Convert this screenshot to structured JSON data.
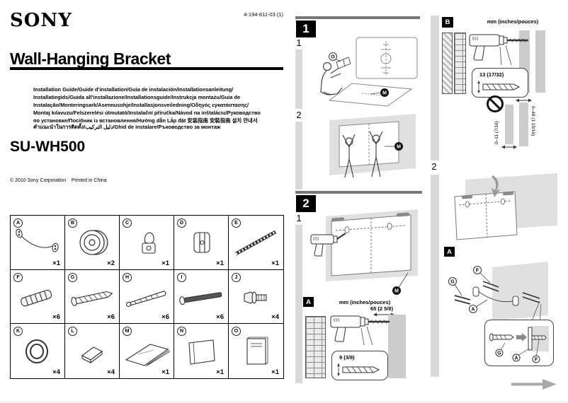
{
  "header": {
    "brand": "SONY",
    "doc_number": "4-194-611-03 (1)",
    "title": "Wall-Hanging Bracket",
    "subtitle_lines": [
      "Installation Guide/Guide d'installation/Guía de instalación/Installationsanleitung/",
      "Installatiegids/Guida all'installazione/Installationsguide/Instrukcja montażu/Guia de",
      "Instalação/Monteringsark/Asennusohje/Installasjonsveiledning/Οδηγός εγκατάστασης/",
      "Montaj kılavuzu/Felszerelési útmutató/Instalační příručka/Návod na inštaláciu/Руководство",
      "по установке/Посібник із встановлення/Hướng dẫn Lắp đặt 安装指南 安裝指南 설치 안내서",
      "คำแนะนำในการติดตั้ง/دليل التركيب/Ghid de instalare/Ръководство за монтаж"
    ],
    "model": "SU-WH500",
    "copyright": "© 2010 Sony Corporation    Printed in China"
  },
  "parts": [
    {
      "letter": "A",
      "qty": "×1"
    },
    {
      "letter": "B",
      "qty": "×2"
    },
    {
      "letter": "C",
      "qty": "×1"
    },
    {
      "letter": "D",
      "qty": "×1"
    },
    {
      "letter": "E",
      "qty": "×1"
    },
    {
      "letter": "F",
      "qty": "×6"
    },
    {
      "letter": "G",
      "qty": "×6"
    },
    {
      "letter": "H",
      "qty": "×6"
    },
    {
      "letter": "I",
      "qty": "×6"
    },
    {
      "letter": "J",
      "qty": "×4"
    },
    {
      "letter": "K",
      "qty": "×4"
    },
    {
      "letter": "L",
      "qty": "×4"
    },
    {
      "letter": "M",
      "qty": "×1"
    },
    {
      "letter": "N",
      "qty": "×1"
    },
    {
      "letter": "O",
      "qty": "×1"
    }
  ],
  "step1": {
    "badge": "1",
    "sub1": "1",
    "sub2": "2",
    "manual_label": "O",
    "template_label1": "M",
    "template_label2": "M"
  },
  "step2": {
    "badge": "2",
    "sub1": "1",
    "template_label": "M"
  },
  "sectionA_mid": {
    "badge": "A",
    "units": "mm (inches/pouces)",
    "hole_depth": "65 (2 5/8)",
    "drill_dia": "9 (3/8)"
  },
  "sectionB": {
    "badge": "B",
    "units": "mm (inches/pouces)",
    "drill_dia": "13 (17/32)",
    "thickness_left": "0–11 (7/16)",
    "thickness_right": "0–48 (1 15/16)"
  },
  "right": {
    "sub2": "2",
    "badgeA": "A",
    "anchor_label": "F",
    "screw_label": "G",
    "belt_label": "A",
    "callout_screw": "G",
    "callout_belt": "A",
    "callout_anchor": "F"
  }
}
